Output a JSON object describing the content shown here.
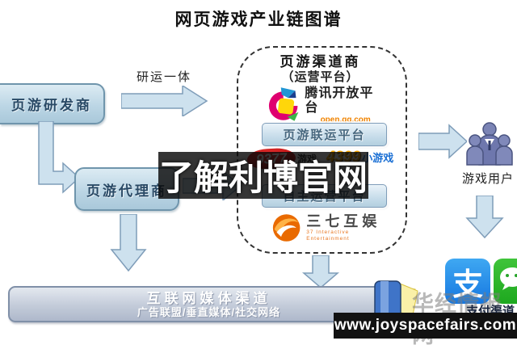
{
  "title": "网页游戏产业链图谱",
  "developer": {
    "label": "页游研发商"
  },
  "integration": {
    "label": "研运一体"
  },
  "agent": {
    "label": "页游代理商"
  },
  "channel": {
    "title": "页游渠道商",
    "subtitle": "（运营平台）",
    "tencent": {
      "name": "腾讯开放平台",
      "url": "open.qq.com"
    },
    "union_platform": {
      "label": "页游联运平台"
    },
    "partners": {
      "p9377": {
        "number": "9377",
        "suffix": "游戏"
      },
      "p4399": {
        "number": "4399",
        "suffix": "小游戏"
      }
    },
    "self_platform": {
      "label": "自主运营平台"
    },
    "sanqi": {
      "name": "三七互娱",
      "subname": "37 Interactive Entertainment"
    }
  },
  "users": {
    "label": "游戏用户"
  },
  "payment": {
    "label": "支付渠道",
    "alipay_glyph": "支"
  },
  "media": {
    "title": "互联网媒体渠道",
    "subtitle": "广告联盟/垂直媒体/社交网络"
  },
  "watermarks": {
    "overlay": "了解利博官网",
    "site": "www.joyspacefairs.com",
    "faint": "华经情报网"
  },
  "colors": {
    "box_fill": "#bcd6e5",
    "box_border": "#6f95ac",
    "arrow_fill": "#cde1ee",
    "dashed_border": "#333333",
    "tencent_url_orange": "#f08300",
    "alipay_blue": "#1677e0",
    "wechat_green": "#2ab52c",
    "red_9377": "#b80d0d",
    "orange_4399": "#f7a600",
    "blue_4399_suffix": "#1a6fd4",
    "sanqi_orange": "#f07f13",
    "users_slate": "#7b84b5"
  }
}
